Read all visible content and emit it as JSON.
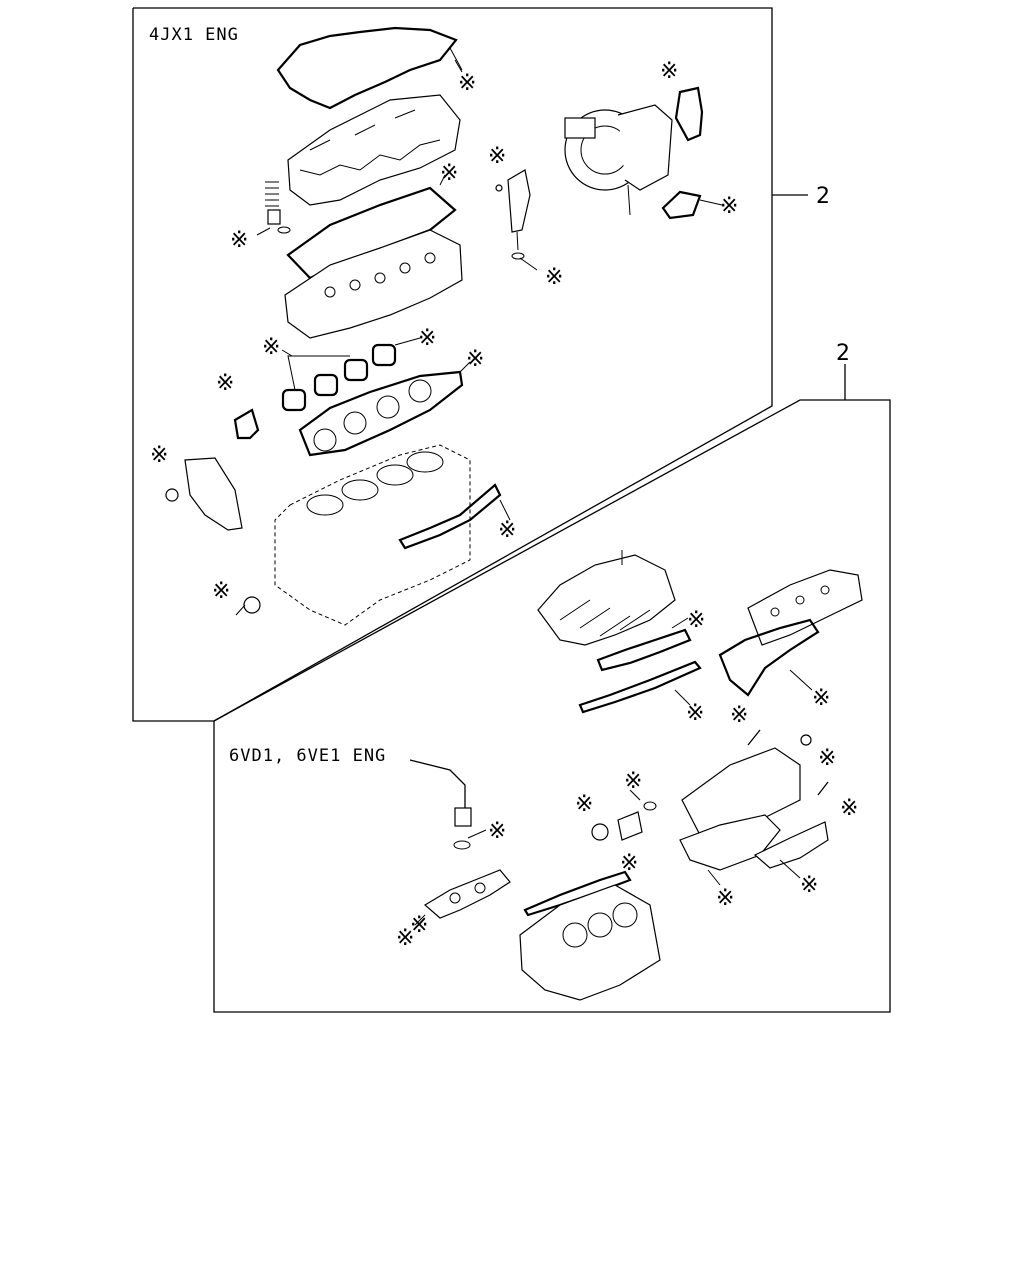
{
  "panels": {
    "upper": {
      "title": "4JX1 ENG",
      "callout": "2"
    },
    "lower": {
      "title": "6VD1, 6VE1 ENG",
      "callout": "2"
    }
  },
  "markers": {
    "kit_symbol": "※"
  }
}
